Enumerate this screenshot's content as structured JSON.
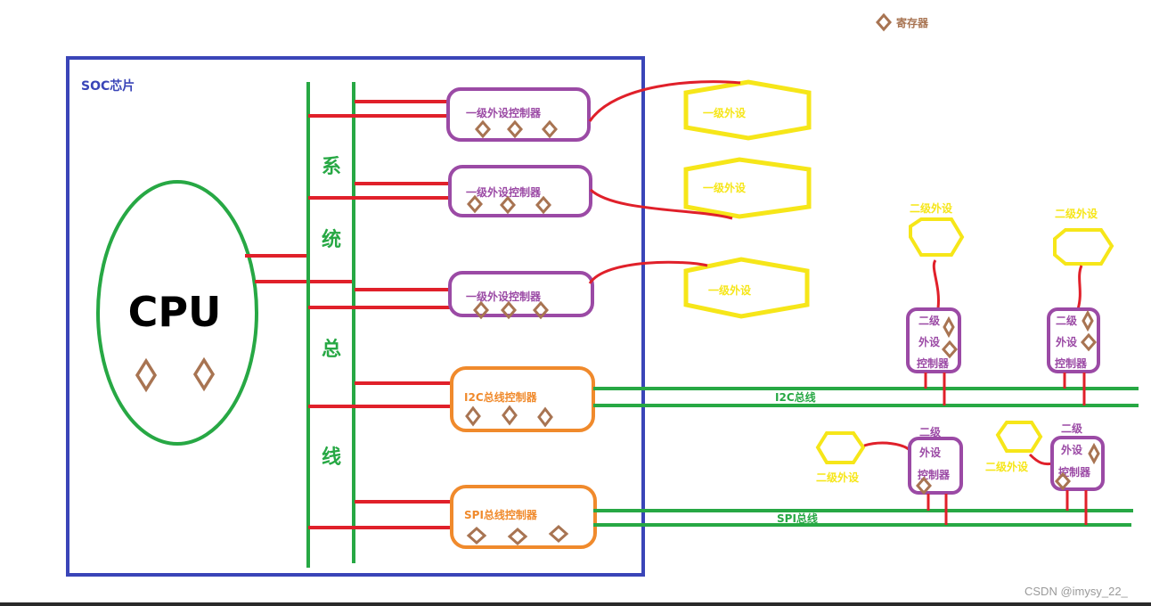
{
  "legend": {
    "label": "寄存器",
    "icon": "register-diamond-icon"
  },
  "soc": {
    "label": "SOC芯片"
  },
  "cpu": {
    "label": "CPU"
  },
  "system_bus": {
    "chars": [
      "系",
      "统",
      "总",
      "线"
    ]
  },
  "controllers": [
    {
      "label": "一级外设控制器"
    },
    {
      "label": "一级外设控制器"
    },
    {
      "label": "一级外设控制器"
    },
    {
      "label": "I2C总线控制器"
    },
    {
      "label": "SPI总线控制器"
    }
  ],
  "primary_peripherals": [
    {
      "label": "一级外设"
    },
    {
      "label": "一级外设"
    },
    {
      "label": "一级外设"
    }
  ],
  "i2c_bus": {
    "label": "I2C总线"
  },
  "spi_bus": {
    "label": "SPI总线"
  },
  "i2c_devices": [
    {
      "peripheral_label": "二级外设",
      "controller_lines": [
        "二级",
        "外设",
        "控制器"
      ]
    },
    {
      "peripheral_label": "二级外设",
      "controller_lines": [
        "二级",
        "外设",
        "控制器"
      ]
    }
  ],
  "spi_devices": [
    {
      "peripheral_label": "二级外设",
      "controller_lines": [
        "二级",
        "外设",
        "控制器"
      ]
    },
    {
      "peripheral_label": "二级外设",
      "controller_lines": [
        "二级",
        "外设",
        "控制器"
      ]
    }
  ],
  "watermark": "CSDN @imysy_22_",
  "colors": {
    "soc_border": "#3a45b8",
    "bus_green": "#27a844",
    "link_red": "#e0202a",
    "controller_purple": "#9b4aa5",
    "i2c_spi_orange": "#f08a2c",
    "peripheral_yellow": "#f6e619",
    "register_brown": "#a87452"
  }
}
